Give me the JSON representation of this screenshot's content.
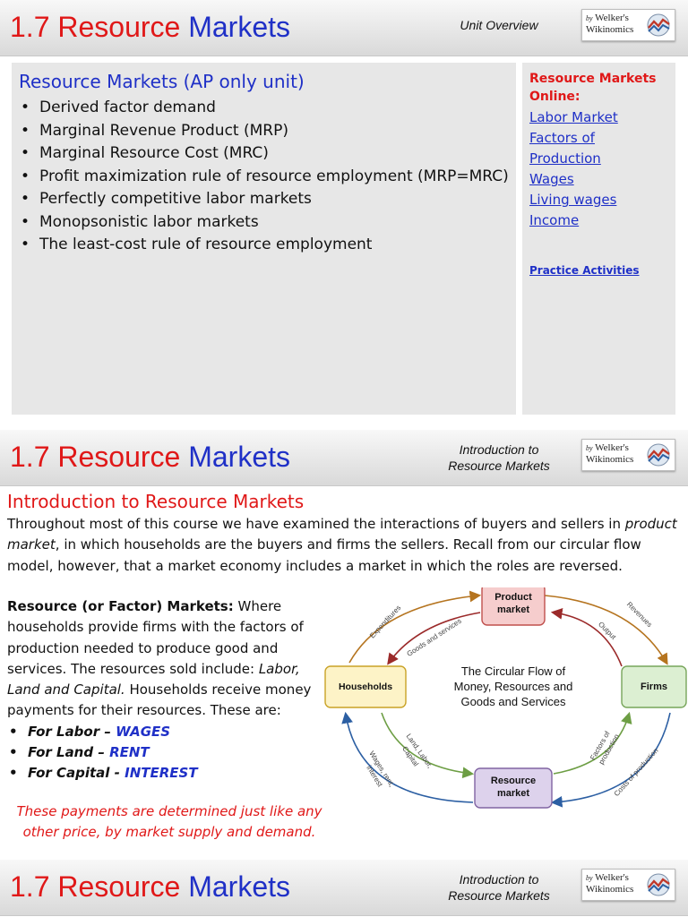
{
  "slides": [
    {
      "title_num": "1.7",
      "title_a": "Resource",
      "title_b": "Markets",
      "subtitle": "Unit Overview",
      "logo": {
        "by": "by",
        "line1": "Welker's",
        "line2": "Wikinomics"
      }
    },
    {
      "title_num": "1.7",
      "title_a": "Resource",
      "title_b": "Markets",
      "subtitle_line1": "Introduction to",
      "subtitle_line2": "Resource Markets",
      "logo": {
        "by": "by",
        "line1": "Welker's",
        "line2": "Wikinomics"
      }
    },
    {
      "title_num": "1.7",
      "title_a": "Resource",
      "title_b": "Markets",
      "subtitle_line1": "Introduction to",
      "subtitle_line2": "Resource Markets",
      "logo": {
        "by": "by",
        "line1": "Welker's",
        "line2": "Wikinomics"
      }
    }
  ],
  "overview": {
    "heading": "Resource Markets (AP only unit)",
    "bullets": [
      "Derived factor demand",
      "Marginal Revenue Product (MRP)",
      "Marginal Resource Cost (MRC)",
      "Profit maximization rule of resource employment (MRP=MRC)",
      "Perfectly competitive labor markets",
      "Monopsonistic labor markets",
      "The least-cost rule of resource employment"
    ],
    "online_heading": "Resource Markets Online:",
    "links": [
      "Labor Market",
      "Factors of",
      "Production",
      "Wages",
      "Living wages",
      "Income"
    ],
    "practice": "Practice Activities"
  },
  "intro": {
    "heading": "Introduction to Resource Markets",
    "para_1": "Throughout most of this course we have examined the interactions of buyers and sellers in",
    "para_italic": "product market",
    "para_2": ", in which households are the buyers and firms the sellers. Recall from our circular flow model, however, that a market economy includes a market in which the roles are reversed.",
    "def_bold": "Resource (or Factor) Markets:",
    "def_text": " Where households provide firms with the factors of production needed to produce good and services. The resources sold include: ",
    "def_italic": "Labor, Land and Capital.",
    "def_text2": " Households receive money payments for their resources. These are:",
    "payments": [
      {
        "label": "For Labor – ",
        "value": "WAGES"
      },
      {
        "label": "For Land – ",
        "value": "RENT"
      },
      {
        "label": "For Capital - ",
        "value": "INTEREST"
      }
    ],
    "note": "These payments are determined just like any other price, by market supply and demand."
  },
  "diagram": {
    "product_market_1": "Product",
    "product_market_2": "market",
    "resource_market_1": "Resource",
    "resource_market_2": "market",
    "households": "Households",
    "firms": "Firms",
    "center_1": "The Circular Flow of",
    "center_2": "Money, Resources and",
    "center_3": "Goods and Services",
    "expenditures": "Expenditures",
    "revenues": "Revenues",
    "goods_services": "Goods and services",
    "output": "Output",
    "land_labor_1": "Land, Labor,",
    "land_labor_2": "Capital",
    "wages_1": "Wages, rent,",
    "wages_2": "interest",
    "factors_1": "Factors of",
    "factors_2": "production",
    "costs": "Costs of production",
    "colors": {
      "product_fill": "#f6cdcd",
      "product_stroke": "#c0504d",
      "resource_fill": "#ddd2ec",
      "resource_stroke": "#8064a2",
      "households_fill": "#fdf3c7",
      "households_stroke": "#c9a227",
      "firms_fill": "#dcefd2",
      "firms_stroke": "#77a55a",
      "money_top": "#b5741f",
      "goods_top": "#9b2a2a",
      "resource_green": "#6d9e44",
      "money_bottom": "#2c5fa3"
    }
  }
}
